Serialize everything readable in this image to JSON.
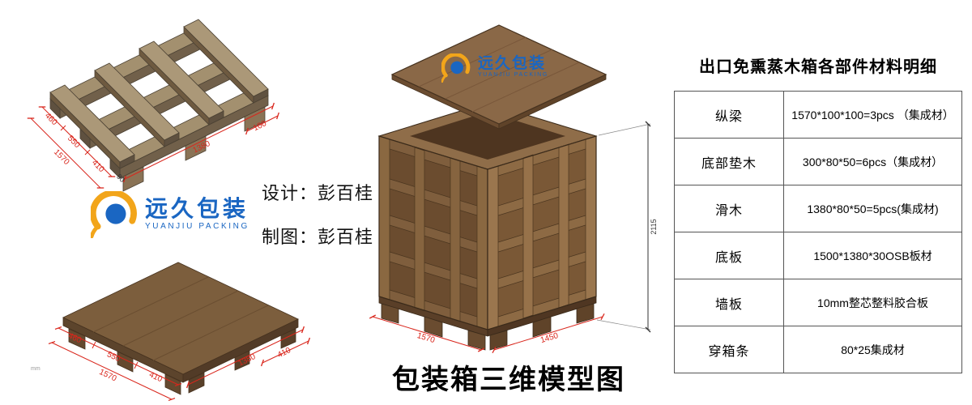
{
  "page": {
    "title_main": "包装箱三维模型图",
    "unit_note": "mm"
  },
  "credits": {
    "design": "设计：彭百桂",
    "draft": "制图：彭百桂"
  },
  "logo": {
    "name": "远久包装",
    "subtitle": "YUANJIU PACKING"
  },
  "parts_table": {
    "title": "出口免熏蒸木箱各部件材料明细",
    "rows": [
      {
        "part": "纵梁",
        "spec": "1570*100*100=3pcs （集成材）"
      },
      {
        "part": "底部垫木",
        "spec": "300*80*50=6pcs（集成材）"
      },
      {
        "part": "滑木",
        "spec": "1380*80*50=5pcs(集成材)"
      },
      {
        "part": "底板",
        "spec": "1500*1380*30OSB板材"
      },
      {
        "part": "墙板",
        "spec": "10mm整芯整料胶合板"
      },
      {
        "part": "穿箱条",
        "spec": "80*25集成材"
      }
    ]
  },
  "dimensions": {
    "pallet_frame": {
      "seg1": "460",
      "seg2": "550",
      "seg3": "410",
      "total": "1570",
      "gap": "90",
      "width": "1380",
      "beam": "100"
    },
    "pallet_base": {
      "seg1": "460",
      "seg2": "550",
      "seg3": "410",
      "total": "1570",
      "width": "1380",
      "edge": "410"
    },
    "crate": {
      "length": "1570",
      "width": "1450",
      "height": "2115"
    }
  },
  "colors": {
    "logo_blue": "#1a66c2",
    "logo_yellow": "#f2a51a",
    "dimension_red": "#d9261c",
    "wood_brown": "#7a5836"
  }
}
